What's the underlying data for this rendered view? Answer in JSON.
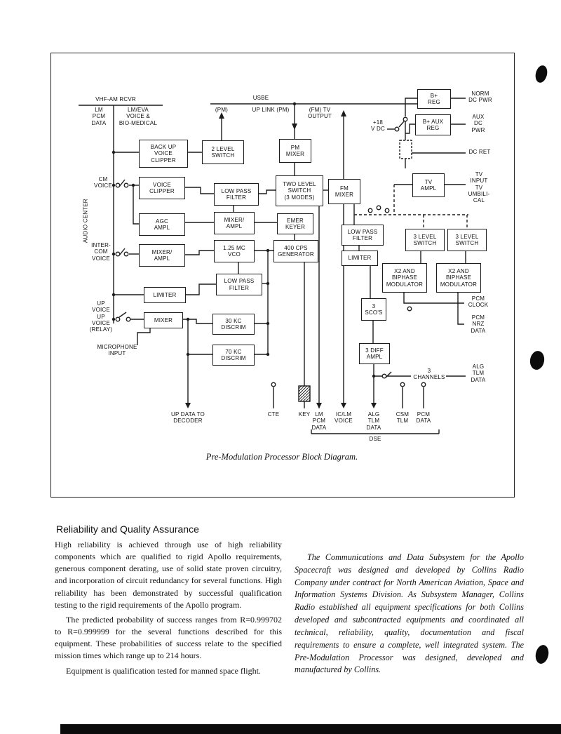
{
  "diagram": {
    "caption": "Pre-Modulation Processor Block Diagram.",
    "boxes": {
      "backup_voice_clipper": "BACK UP\nVOICE\nCLIPPER",
      "level2_switch": "2 LEVEL\nSWITCH",
      "pm_mixer": "PM\nMIXER",
      "voice_clipper": "VOICE\nCLIPPER",
      "low_pass_filter_a": "LOW PASS\nFILTER",
      "two_level_switch": "TWO LEVEL\nSWITCH\n(3 MODES)",
      "fm_mixer": "FM\nMIXER",
      "tv_ampl": "TV\nAMPL",
      "b_reg": "B+\nREG",
      "b_aux_reg": "B+ AUX\nREG",
      "agc_ampl": "AGC\nAMPL",
      "mixer_ampl_a": "MIXER/\nAMPL",
      "emer_keyer": "EMER\nKEYER",
      "low_pass_filter_b": "LOW PASS\nFILTER",
      "three_level_switch_a": "3 LEVEL\nSWITCH",
      "three_level_switch_b": "3 LEVEL\nSWITCH",
      "mixer_ampl_b": "MIXER/\nAMPL",
      "vco": "1.25 MC\nVCO",
      "gen_400": "400 CPS\nGENERATOR",
      "limiter_a": "LIMITER",
      "x2_biphase_a": "X2 AND\nBIPHASE\nMODULATOR",
      "x2_biphase_b": "X2 AND\nBIPHASE\nMODULATOR",
      "limiter_b": "LIMITER",
      "low_pass_filter_c": "LOW PASS\nFILTER",
      "mixer": "MIXER",
      "discrim_30": "30 KC\nDISCRIM",
      "scos": "3\nSCO'S",
      "discrim_70": "70 KC\nDISCRIM",
      "diff_ampl": "3 DIFF\nAMPL"
    },
    "labels": {
      "vhf_am_rcvr": "VHF-AM RCVR",
      "usbe": "USBE",
      "lm_pcm_data": "LM\nPCM\nDATA",
      "lm_eva": "LM/EVA\nVOICE &\nBIO-MEDICAL",
      "pm": "(PM)",
      "up_link_pm": "UP LINK (PM)",
      "fm_tv_output": "(FM) TV OUTPUT",
      "plus_18": "+18\nV DC",
      "norm_dc_pwr": "NORM\nDC PWR",
      "aux_dc_pwr": "AUX\nDC\nPWR",
      "dc_ret": "DC RET",
      "audio_center": "AUDIO CENTER",
      "cm_voice": "CM\nVOICE",
      "tv_input": "TV\nINPUT\nTV\nUMBILI-\nCAL",
      "intercom_voice": "INTER-\nCOM\nVOICE",
      "pcm_clock": "PCM\nCLOCK",
      "pcm_nrz_data": "PCM\nNRZ\nDATA",
      "up_voice_relay": "UP\nVOICE\nUP\nVOICE\n(RELAY)",
      "microphone_input": "MICROPHONE\nINPUT",
      "three_channels": "3 CHANNELS",
      "alg_tlm_data_r": "ALG\nTLM\nDATA",
      "up_data_to_decoder": "UP DATA TO\nDECODER",
      "cte": "CTE",
      "key": "KEY",
      "lm_pcm_data_b": "LM\nPCM\nDATA",
      "ic_lm_voice": "IC/LM\nVOICE",
      "alg_tlm_data_b": "ALG\nTLM\nDATA",
      "csm_tlm": "CSM\nTLM",
      "pcm_data": "PCM\nDATA",
      "dse": "DSE"
    }
  },
  "article": {
    "heading": "Reliability and Quality Assurance",
    "p1": "High reliability is achieved through use of high reliability components which are qualified to rigid Apollo requirements, generous component derating, use of solid state proven circuitry, and incorporation of circuit redundancy for several functions. High reliability has been demonstrated by successful qualification testing to the rigid requirements of the Apollo program.",
    "p2": "The predicted probability of success ranges from R=0.999702 to R=0.999999 for the several functions described for this equipment. These probabilities of success relate to the specified mission times which range up to 214 hours.",
    "p3": "Equipment is qualification tested for manned space flight.",
    "sidebar": "The Communications and Data Subsystem for the Apollo Spacecraft was designed and developed by Collins Radio Company under contract for North American Aviation, Space and Information Systems Division. As Subsystem Manager, Collins Radio established all equipment specifications for both Collins developed and subcontracted equipments and coordinated all technical, reliability, quality, documentation and fiscal requirements to ensure a complete, well integrated system. The Pre-Modulation Processor was designed, developed and manufactured by Collins."
  }
}
